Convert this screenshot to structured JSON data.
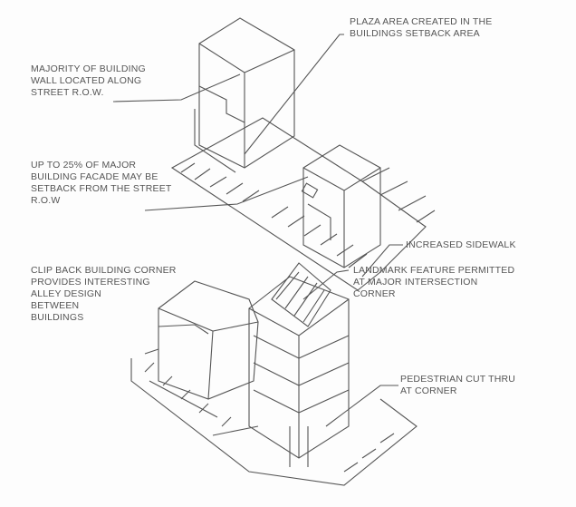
{
  "diagram": {
    "top": {
      "plaza_label": [
        "PLAZA AREA CREATED IN THE",
        "BUILDINGS SETBACK AREA"
      ],
      "wall_label": [
        "MAJORITY OF BUILDING",
        "WALL LOCATED ALONG",
        "STREET R.O.W."
      ],
      "setback_label": [
        "UP TO 25% OF MAJOR",
        "BUILDING FACADE MAY BE",
        "SETBACK FROM THE STREET",
        "R.O.W"
      ],
      "sidewalk_label": "INCREASED SIDEWALK"
    },
    "bottom": {
      "clip_label": [
        "CLIP BACK BUILDING CORNER",
        "PROVIDES INTERESTING",
        "ALLEY DESIGN",
        "BETWEEN",
        "BUILDINGS"
      ],
      "landmark_label": [
        "LANDMARK FEATURE PERMITTED",
        "AT MAJOR INTERSECTION",
        "CORNER"
      ],
      "pedestrian_label": [
        "PEDESTRIAN CUT THRU",
        "AT CORNER"
      ]
    }
  }
}
